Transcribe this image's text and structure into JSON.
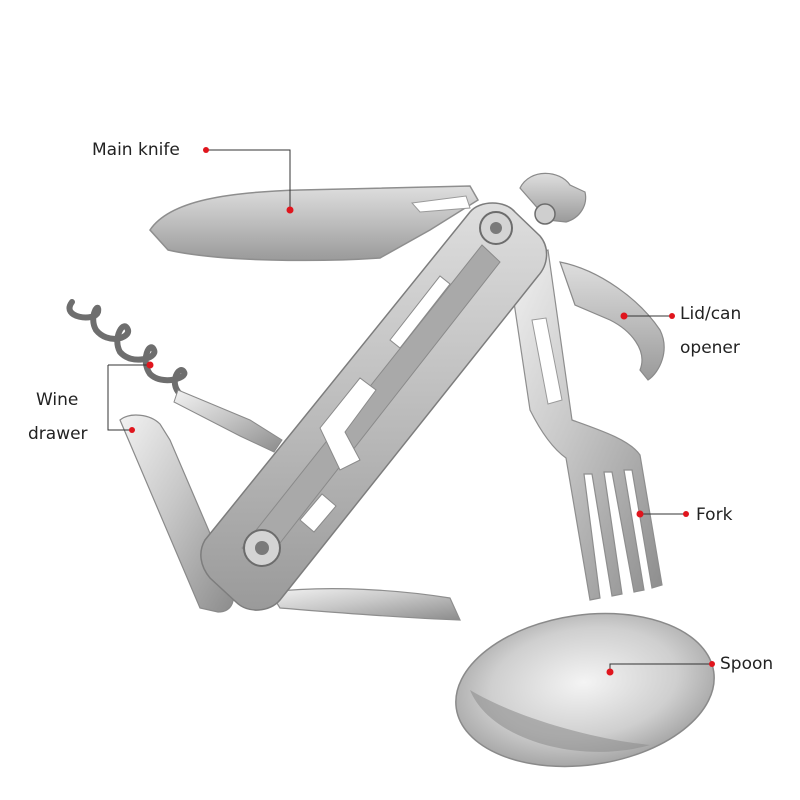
{
  "labels": {
    "main_knife": "Main knife",
    "lid_can_line1": "Lid/can",
    "lid_can_line2": "opener",
    "wine_line1": "Wine",
    "wine_line2": "drawer",
    "fork": "Fork",
    "spoon": "Spoon"
  },
  "colors": {
    "marker": "#e0151d",
    "leader_line": "#333333",
    "steel_light": "#e8e8e8",
    "steel_mid": "#b9b9b9",
    "steel_dark": "#7a7a7a",
    "background": "#ffffff"
  }
}
